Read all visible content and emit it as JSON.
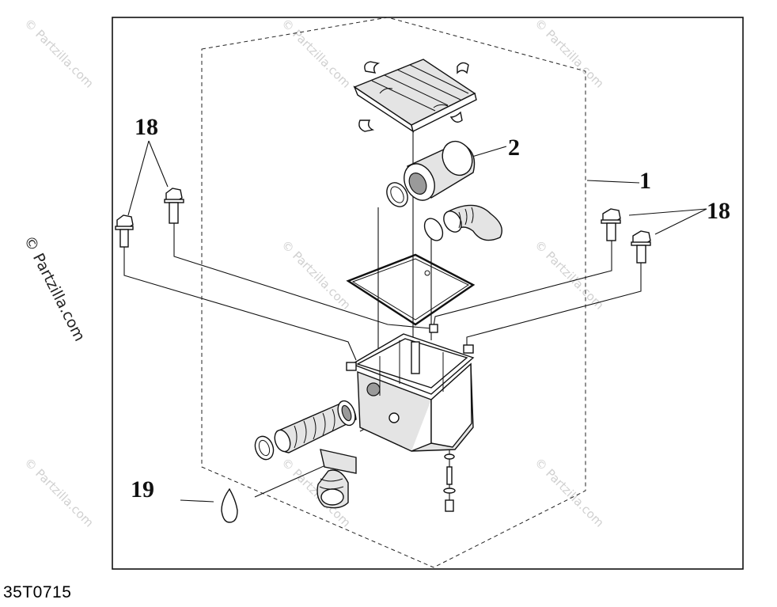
{
  "diagram": {
    "callouts": [
      {
        "id": "callout-1",
        "label": "1"
      },
      {
        "id": "callout-2",
        "label": "2"
      },
      {
        "id": "callout-18-left",
        "label": "18"
      },
      {
        "id": "callout-18-right",
        "label": "18"
      },
      {
        "id": "callout-19",
        "label": "19"
      }
    ],
    "diagram_code": "35T0715",
    "watermark": "© Partzilla.com",
    "side_watermark": "© Partzilla.com"
  }
}
